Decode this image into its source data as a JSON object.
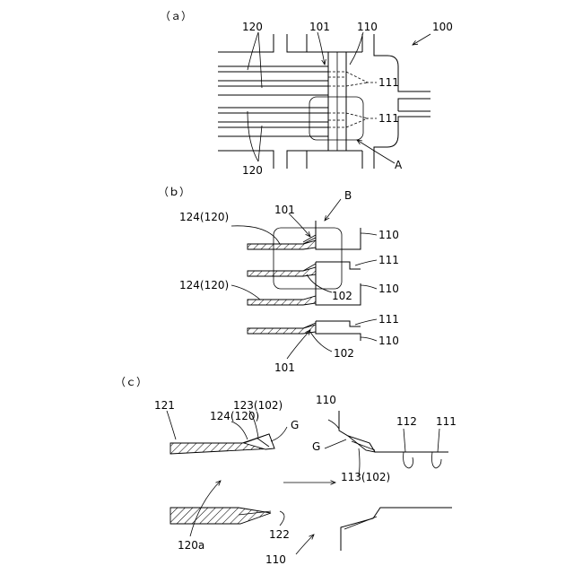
{
  "panel_a": {
    "label": "（ａ）",
    "ref_100": "100",
    "ref_120_top": "120",
    "ref_120_bottom": "120",
    "ref_101": "101",
    "ref_110": "110",
    "ref_111_top": "111",
    "ref_111_bottom": "111",
    "ref_A": "A"
  },
  "panel_b": {
    "label": "（ｂ）",
    "ref_B": "B",
    "ref_101_top": "101",
    "ref_101_bottom": "101",
    "ref_124_top": "124(120)",
    "ref_124_mid": "124(120)",
    "ref_110_1": "110",
    "ref_110_2": "110",
    "ref_110_3": "110",
    "ref_111_1": "111",
    "ref_111_2": "111",
    "ref_102_1": "102",
    "ref_102_2": "102"
  },
  "panel_c": {
    "label": "（ｃ）",
    "ref_121": "121",
    "ref_124": "124(120)",
    "ref_123": "123(102)",
    "ref_G_left": "G",
    "ref_G_right": "G",
    "ref_110_top": "110",
    "ref_110_bottom": "110",
    "ref_112": "112",
    "ref_111": "111",
    "ref_113": "113(102)",
    "ref_120a": "120a",
    "ref_122": "122"
  }
}
